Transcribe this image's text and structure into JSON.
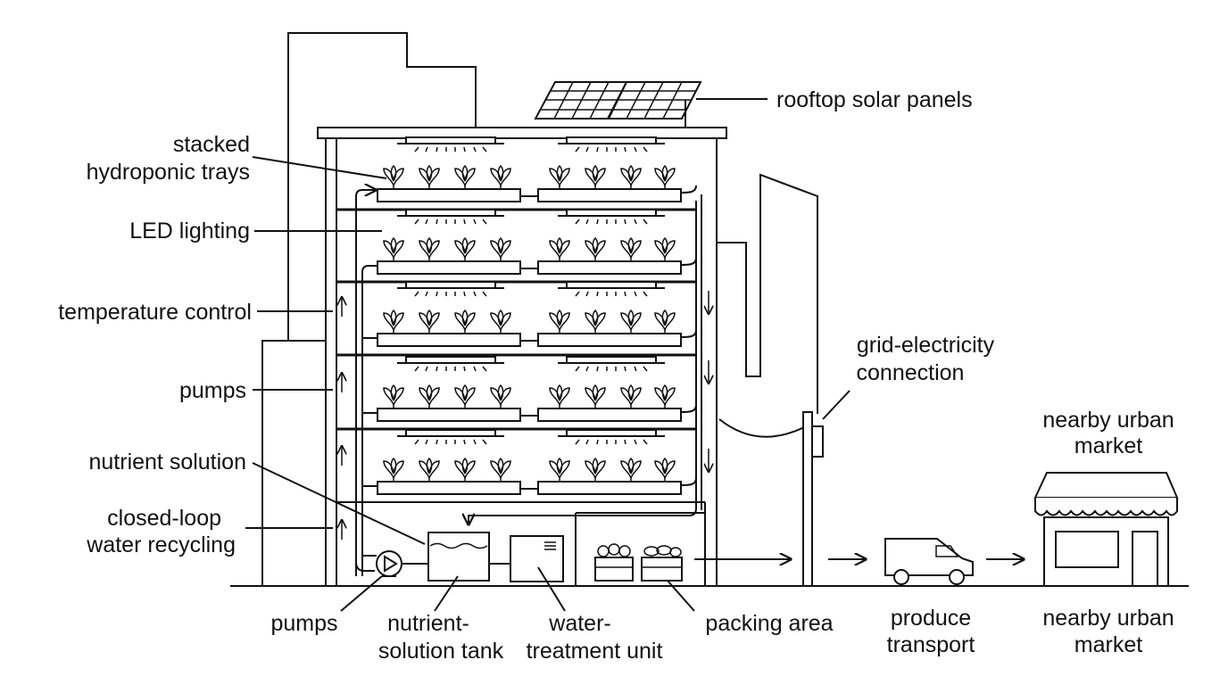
{
  "labels": {
    "rooftop_solar": "rooftop solar panels",
    "stacked_trays_1": "stacked",
    "stacked_trays_2": "hydroponic trays",
    "led_lighting": "LED lighting",
    "temperature_control": "temperature control",
    "pumps_left": "pumps",
    "nutrient_solution": "nutrient solution",
    "closed_loop_1": "closed-loop",
    "closed_loop_2": "water recycling",
    "grid_1": "grid-electricity",
    "grid_2": "connection",
    "market_top_1": "nearby urban",
    "market_top_2": "market",
    "pumps_bottom": "pumps",
    "tank_1": "nutrient-",
    "tank_2": "solution tank",
    "water_1": "water-",
    "water_2": "treatment unit",
    "packing": "packing area",
    "transport_1": "produce",
    "transport_2": "transport",
    "market_bottom_1": "nearby urban",
    "market_bottom_2": "market"
  }
}
